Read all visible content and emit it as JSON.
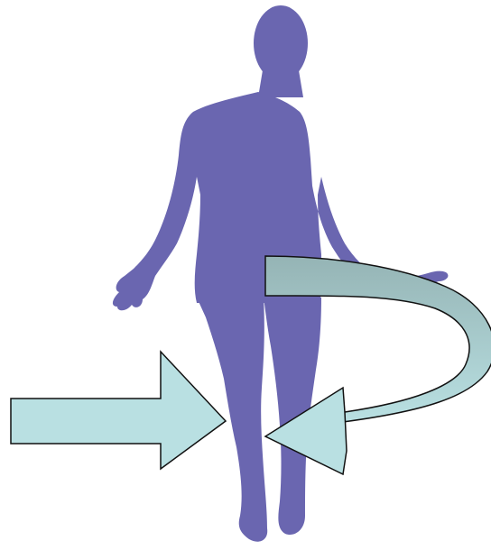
{
  "figure": {
    "subject": "human-body-silhouette",
    "arrows": [
      {
        "name": "straight-arrow",
        "direction": "right",
        "points_to": "midline"
      },
      {
        "name": "curved-arrow",
        "direction": "wraps-around-then-left",
        "points_to": "midline"
      }
    ]
  },
  "colors": {
    "background": "#ffffff",
    "silhouette": "#6a66b0",
    "arrow_fill": "#b9e0e2",
    "arrow_fill_dark": "#95b4b5",
    "arrow_stroke": "#111111"
  }
}
